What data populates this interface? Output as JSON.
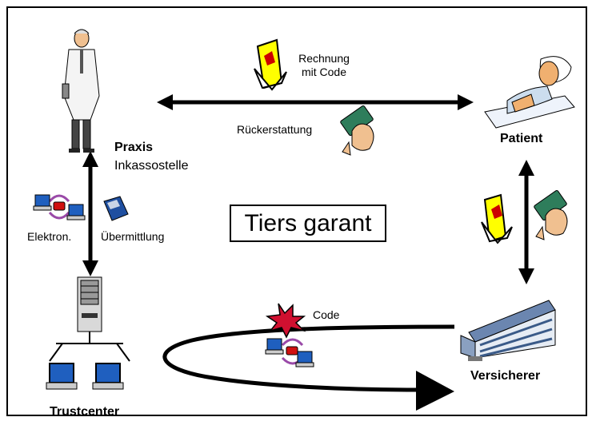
{
  "diagram": {
    "title": "Tiers garant",
    "nodes": {
      "praxis": {
        "name": "Praxis",
        "subtitle": "Inkassostelle"
      },
      "patient": {
        "name": "Patient"
      },
      "trustcenter": {
        "name": "Trustcenter"
      },
      "versicherer": {
        "name": "Versicherer"
      }
    },
    "edges": {
      "praxis_patient_top": "Rechnung\nmit Code",
      "praxis_patient_bottom": "Rückerstattung",
      "praxis_trustcenter_left": "Elektron.",
      "praxis_trustcenter_right": "Übermittlung",
      "versicherer_trustcenter": "Code"
    },
    "colors": {
      "frame": "#000000",
      "doc_yellow": "#ffff00",
      "doc_red": "#cc0000",
      "computer_blue": "#1f5fbf",
      "link_purple": "#9a4aa8",
      "phone_red": "#d01010",
      "building_blue": "#3a5a88",
      "disk_blue": "#1f4fa0",
      "skin": "#f0c090"
    }
  }
}
